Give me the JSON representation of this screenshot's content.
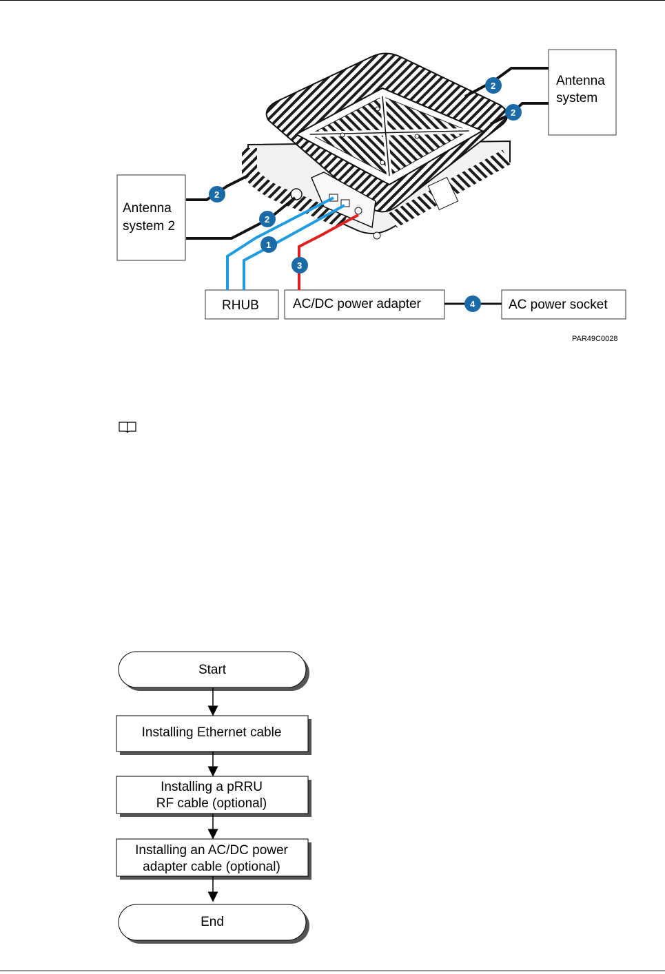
{
  "diagram": {
    "boxes": {
      "antenna_system": [
        "Antenna",
        "system"
      ],
      "antenna_system_2": [
        "Antenna",
        "system 2"
      ],
      "rhub": "RHUB",
      "power_adapter": "AC/DC power adapter",
      "power_socket": "AC power socket"
    },
    "callouts": [
      "1",
      "2",
      "3",
      "4"
    ],
    "figure_id": "PAR49C0028",
    "colors": {
      "ethernet": "#1f9ce0",
      "power": "#e02020",
      "rf": "#111111",
      "callout": "#1a6aa8"
    }
  },
  "note_icon": "book-icon",
  "flowchart": {
    "start": "Start",
    "step1": "Installing Ethernet cable",
    "step2": [
      "Installing a pRRU",
      "RF cable (optional)"
    ],
    "step3": [
      "Installing an AC/DC power",
      "adapter cable (optional)"
    ],
    "end": "End"
  }
}
